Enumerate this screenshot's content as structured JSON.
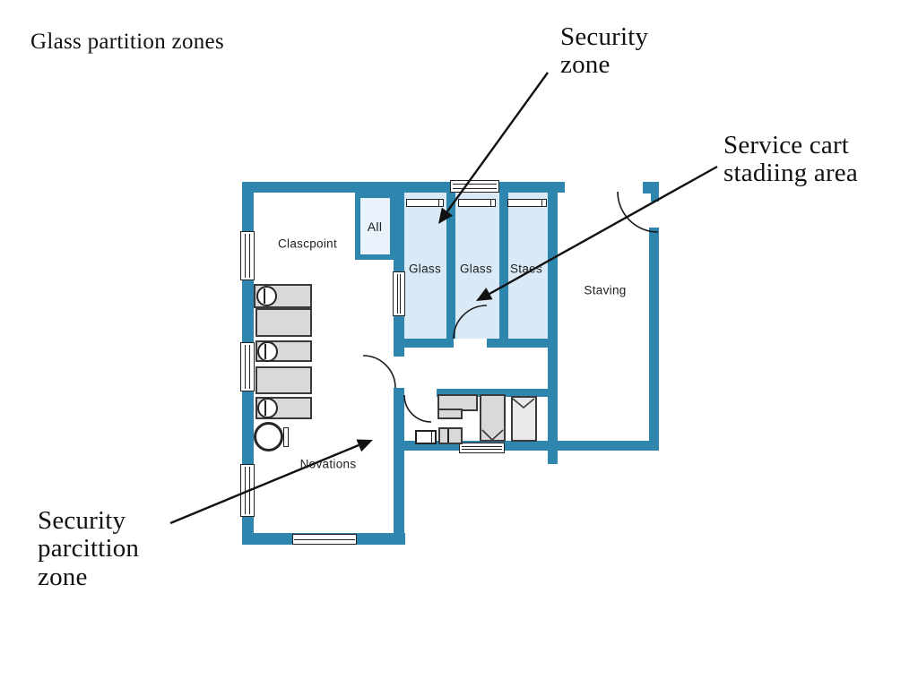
{
  "title": "Glass partition zones",
  "labels": {
    "security_zone": "Security zone",
    "service_cart": "Service cart stadiing area",
    "security_partition": "Security parcittion zone"
  },
  "rooms": {
    "clascpoint": "Clascpoint",
    "all": "All",
    "glass1": "Glass",
    "glass2": "Glass",
    "staes": "Staes",
    "staving": "Staving",
    "novations": "Novations"
  },
  "colors": {
    "wall": "#2e85ad",
    "stall-fill": "#d9e9f6",
    "closet-fill": "#eaf3fb",
    "furniture": "#d9d9d9",
    "furniture-light": "#e9e9e9",
    "ink": "#1a1a1a"
  }
}
